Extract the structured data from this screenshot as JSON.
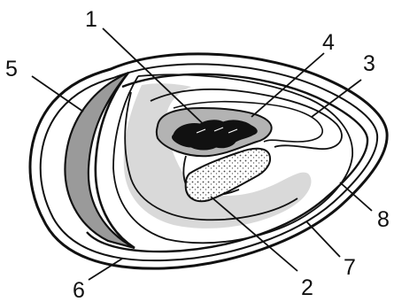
{
  "labels": {
    "n1": "1",
    "n2": "2",
    "n3": "3",
    "n4": "4",
    "n5": "5",
    "n6": "6",
    "n7": "7",
    "n8": "8"
  },
  "colors": {
    "ink": "#111111",
    "paper": "#ffffff",
    "shade_light": "#d9d9d9",
    "shade_mid": "#b3b3b3",
    "shade_dark": "#9a9a9a",
    "embryo": "#111111"
  }
}
